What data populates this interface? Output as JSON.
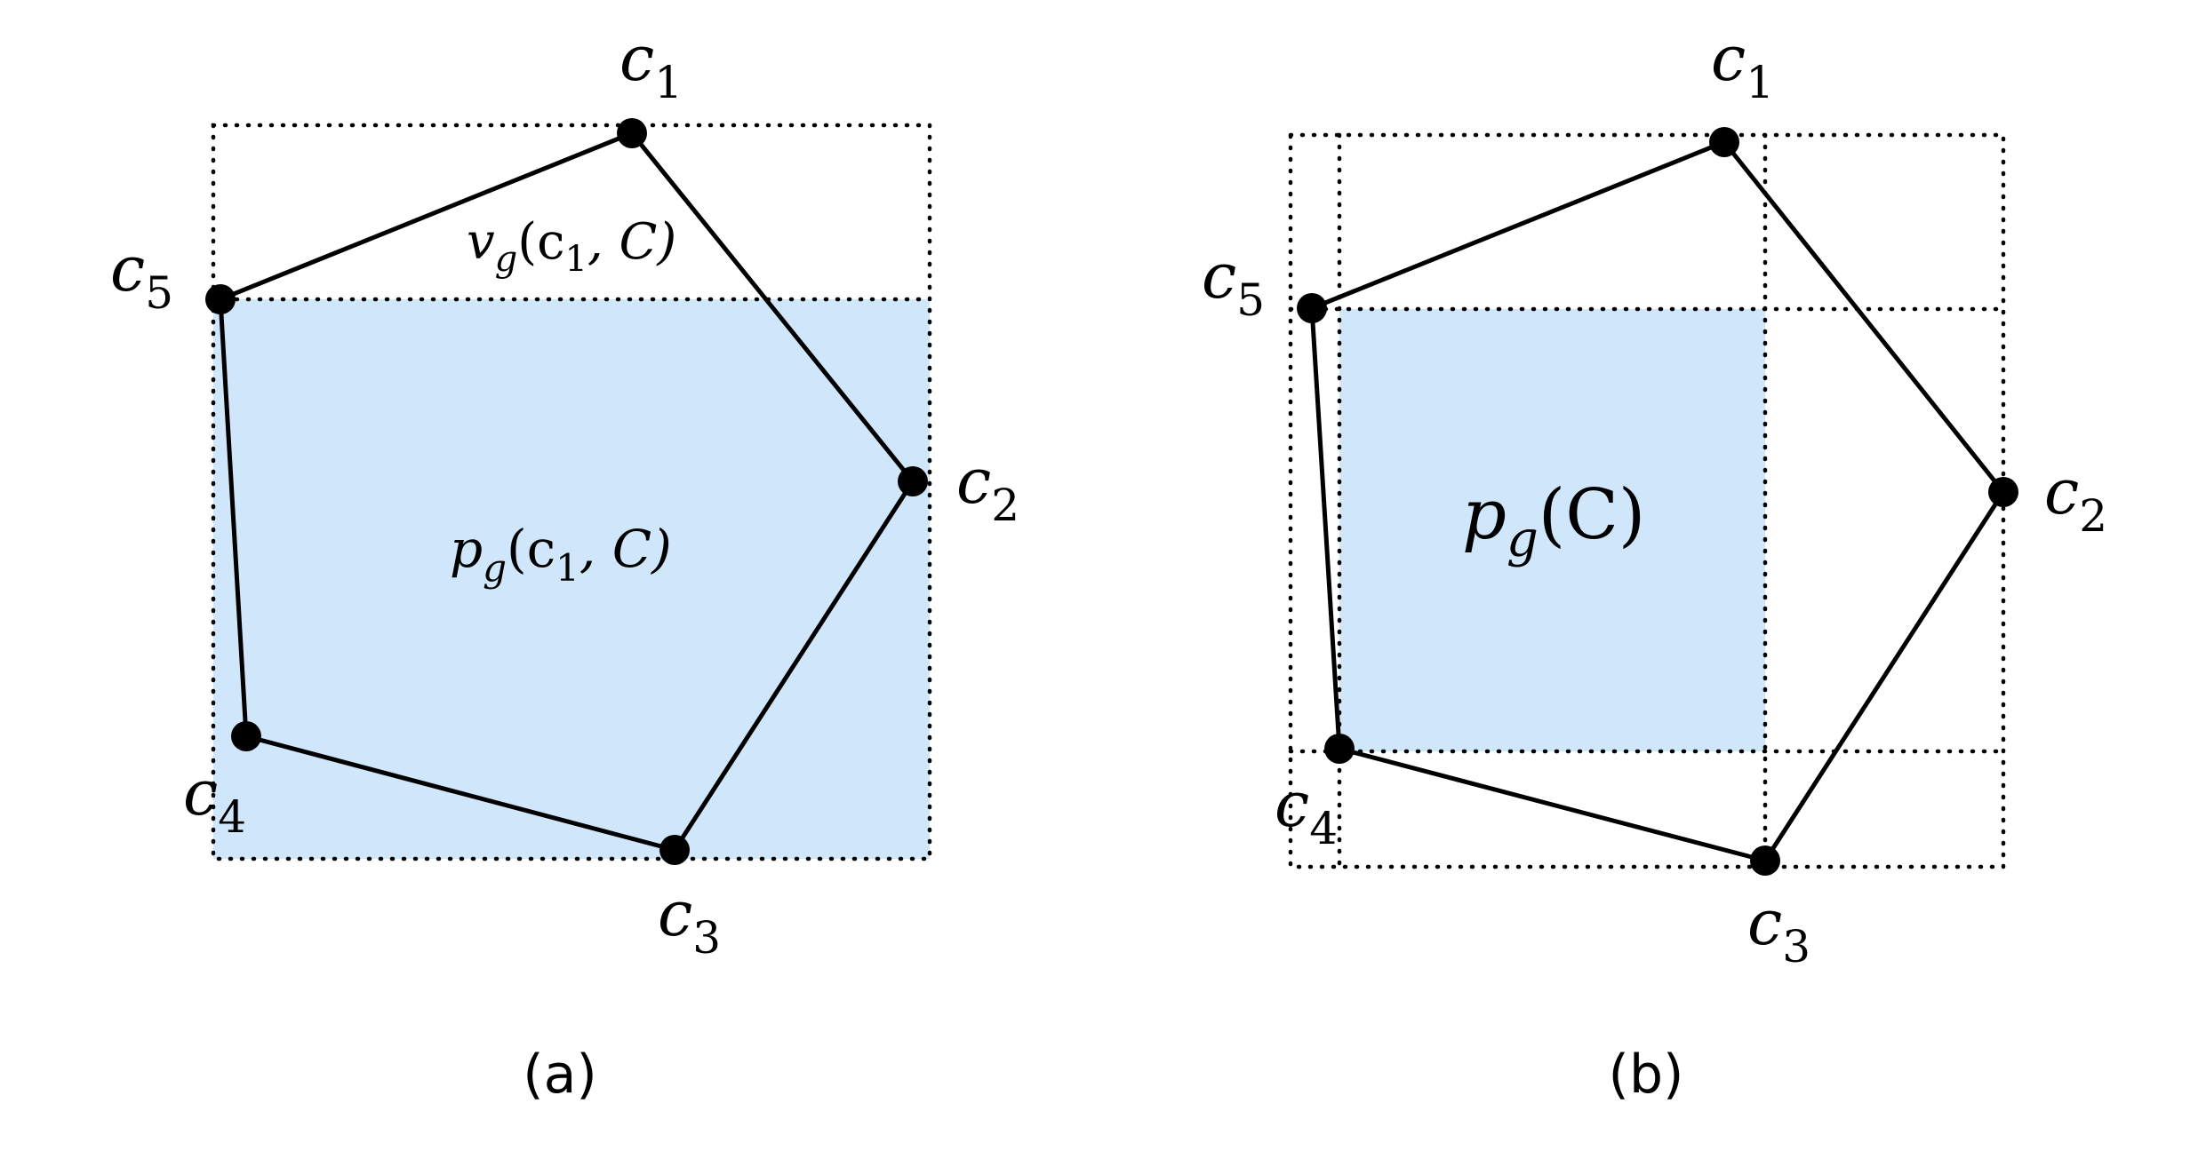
{
  "fill_color": "#d0e7fb",
  "stroke_color": "#000000",
  "panel_a": {
    "caption": "(a)",
    "vertex_labels": {
      "c1": {
        "base": "c",
        "sub": "1"
      },
      "c2": {
        "base": "c",
        "sub": "2"
      },
      "c3": {
        "base": "c",
        "sub": "3"
      },
      "c4": {
        "base": "c",
        "sub": "4"
      },
      "c5": {
        "base": "c",
        "sub": "5"
      }
    },
    "region_v": {
      "base": "v",
      "sub": "g",
      "open": "(c",
      "arg_sub": "1",
      "close": ", C)"
    },
    "region_p": {
      "base": "p",
      "sub": "g",
      "open": "(c",
      "arg_sub": "1",
      "close": ", C)"
    }
  },
  "panel_b": {
    "caption": "(b)",
    "vertex_labels": {
      "c1": {
        "base": "c",
        "sub": "1"
      },
      "c2": {
        "base": "c",
        "sub": "2"
      },
      "c3": {
        "base": "c",
        "sub": "3"
      },
      "c4": {
        "base": "c",
        "sub": "4"
      },
      "c5": {
        "base": "c",
        "sub": "5"
      }
    },
    "region_p": {
      "base": "p",
      "sub": "g",
      "rest": "(C)"
    }
  }
}
